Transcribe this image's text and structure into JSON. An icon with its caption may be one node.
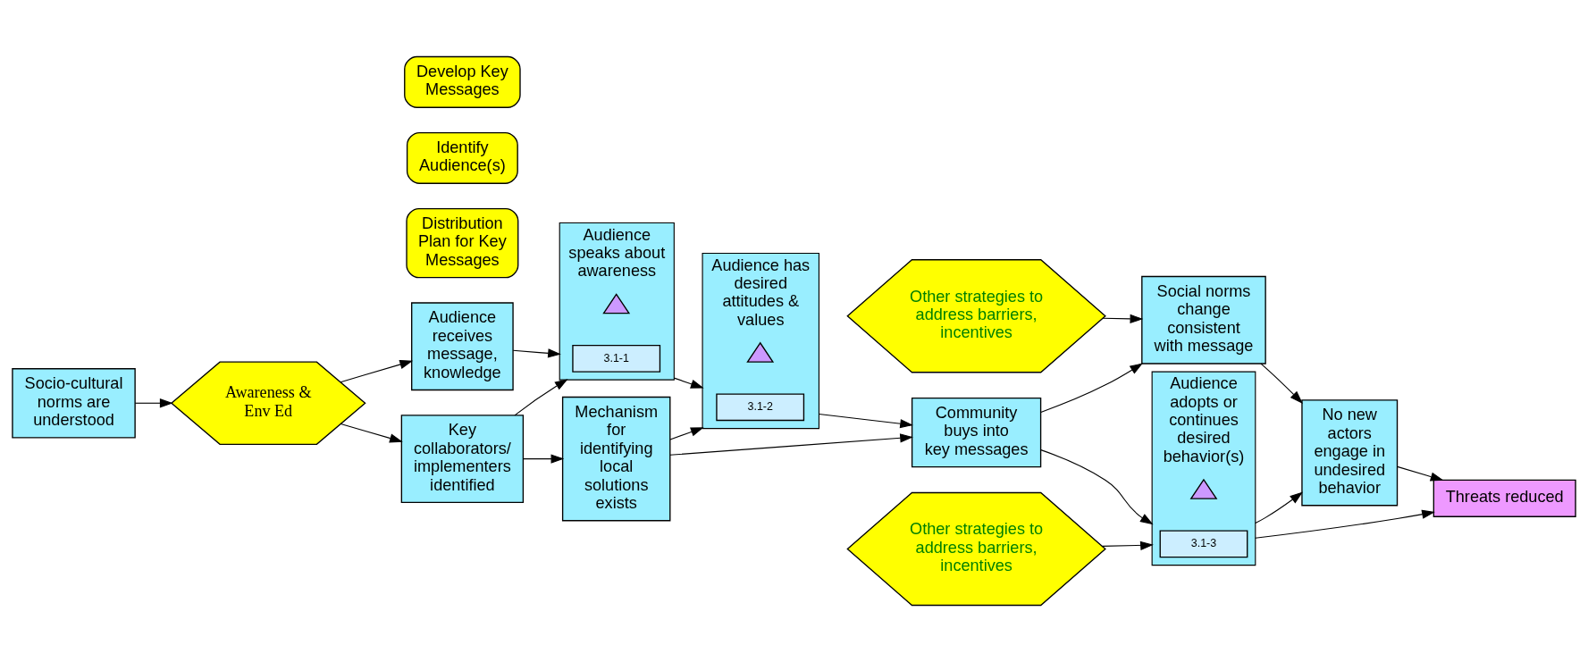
{
  "diagram": {
    "nodes": [
      {
        "text": [
          "Socio-cultural norms are understood"
        ]
      },
      {
        "text": [
          "Awareness & Env Ed"
        ]
      },
      {
        "text": [
          "Other strategies to address barriers, incentives"
        ]
      },
      {
        "text": [
          "Social norms change consistent with message"
        ]
      },
      {
        "text": [
          "No new actors engage in undesired behavior"
        ]
      },
      {
        "text": [
          "Audience receives message, knowledge"
        ]
      },
      {
        "text": [
          "Audience speaks about awareness"
        ]
      },
      {
        "text": [],
        "shape": "triangle",
        "in": 6
      },
      {
        "text": [
          "3.1-1"
        ],
        "in": 6
      },
      {
        "text": [
          "Audience has desired attitudes & values"
        ]
      },
      {
        "text": [],
        "shape": "triangle",
        "in": 9
      },
      {
        "text": [
          "3.1-2"
        ],
        "in": 9
      },
      {
        "text": [
          "Community buys into key messages"
        ]
      },
      {
        "text": [
          "Audience adopts or continues desired behavior(s)"
        ]
      },
      {
        "text": [],
        "shape": "triangle",
        "in": 13
      },
      {
        "text": [
          "3.1-3"
        ],
        "in": 13
      },
      {
        "text": [
          "Threats reduced"
        ]
      },
      {
        "text": [
          "Develop Key Messages"
        ]
      },
      {
        "text": [
          "Identify Audience(s)"
        ]
      },
      {
        "text": [
          "Key collaborators/ implementers identified"
        ]
      },
      {
        "text": [
          "Mechanism for identifying local solutions exists"
        ]
      },
      {
        "text": [
          "Distribution Plan for Key Messages"
        ]
      },
      {
        "text": [
          "Other strategies to address barriers, incentives"
        ]
      }
    ],
    "edges": [
      {
        "from": 0,
        "to": 1,
        "arrow": "to"
      },
      {
        "from": 1,
        "to": 5,
        "arrow": "to"
      },
      {
        "from": 1,
        "to": 19,
        "arrow": "to"
      },
      {
        "from": 2,
        "to": 3,
        "arrow": "to"
      },
      {
        "from": 3,
        "to": 4,
        "arrow": "to"
      },
      {
        "from": 5,
        "to": 6,
        "arrow": "to"
      },
      {
        "from": 6,
        "to": 9,
        "arrow": "to"
      },
      {
        "from": 19,
        "to": 6,
        "arrow": "to"
      },
      {
        "from": 19,
        "to": 20,
        "arrow": "to"
      },
      {
        "from": 20,
        "to": 9,
        "arrow": "to"
      },
      {
        "from": 9,
        "to": 12,
        "arrow": "to"
      },
      {
        "from": 20,
        "to": 12,
        "arrow": "to"
      },
      {
        "from": 12,
        "to": 3,
        "arrow": "to"
      },
      {
        "from": 12,
        "to": 13,
        "arrow": "to"
      },
      {
        "from": 13,
        "to": 4,
        "arrow": "to"
      },
      {
        "from": 13,
        "to": 16,
        "arrow": "to"
      },
      {
        "from": 4,
        "to": 16,
        "arrow": "to"
      },
      {
        "from": 22,
        "to": 13,
        "arrow": "to"
      }
    ]
  }
}
